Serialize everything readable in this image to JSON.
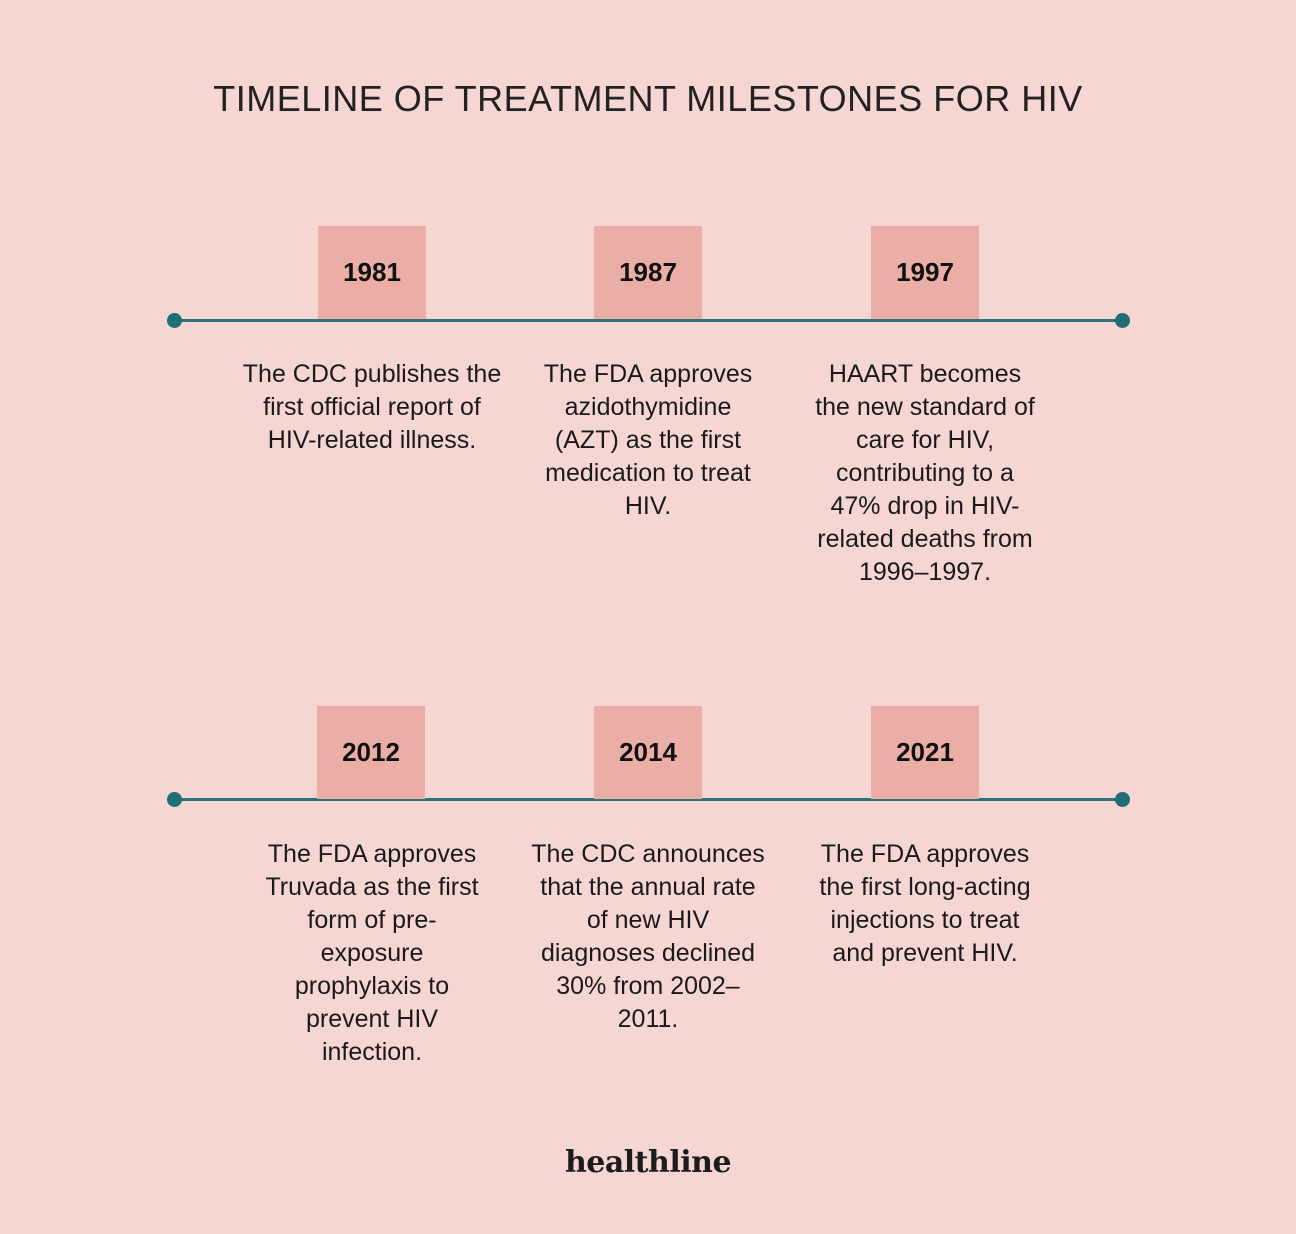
{
  "title": "TIMELINE OF TREATMENT MILESTONES FOR HIV",
  "colors": {
    "background": "#f5d6d3",
    "year_box": "#ebaea7",
    "line": "#2f7179"
  },
  "rows": [
    {
      "milestones": [
        {
          "year": "1981",
          "description": "The CDC publishes the first official report of HIV-related illness."
        },
        {
          "year": "1987",
          "description": "The FDA approves azidothymidine (AZT) as the first medication to treat HIV."
        },
        {
          "year": "1997",
          "description": "HAART becomes the new standard of care for HIV, contributing to a 47% drop in HIV-related deaths from 1996–1997."
        }
      ]
    },
    {
      "milestones": [
        {
          "year": "2012",
          "description": "The FDA approves Truvada as the first form of pre-exposure prophylaxis to prevent HIV infection."
        },
        {
          "year": "2014",
          "description": "The CDC announces that the annual rate of new HIV diagnoses declined 30% from 2002–2011."
        },
        {
          "year": "2021",
          "description": "The FDA approves the first long-acting injections to treat and prevent HIV."
        }
      ]
    }
  ],
  "brand": "healthline"
}
